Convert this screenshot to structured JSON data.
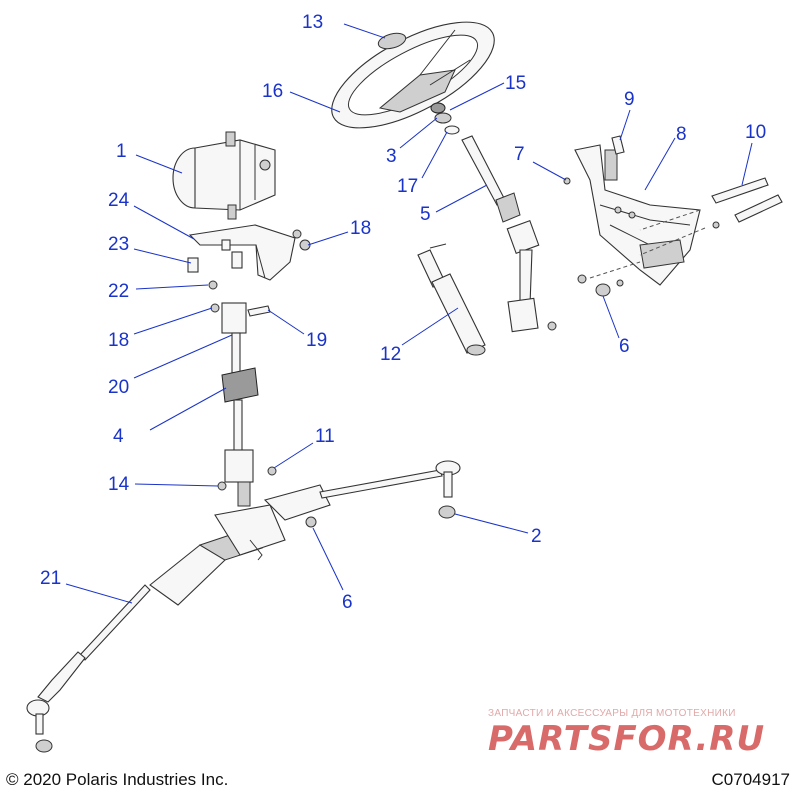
{
  "callouts": {
    "c1": "1",
    "c2": "2",
    "c3": "3",
    "c4": "4",
    "c5": "5",
    "c6a": "6",
    "c6b": "6",
    "c7": "7",
    "c8": "8",
    "c9": "9",
    "c10": "10",
    "c11": "11",
    "c12": "12",
    "c13": "13",
    "c14": "14",
    "c15": "15",
    "c16": "16",
    "c17": "17",
    "c18a": "18",
    "c18b": "18",
    "c19": "19",
    "c20": "20",
    "c21": "21",
    "c22": "22",
    "c23": "23",
    "c24": "24"
  },
  "footer": {
    "copyright": "© 2020 Polaris Industries Inc.",
    "code": "C0704917"
  },
  "watermark": {
    "subtitle": "ЗАПЧАСТИ И АКСЕССУАРЫ ДЛЯ МОТОТЕХНИКИ",
    "brand": "PARTSFOR.RU"
  },
  "colors": {
    "callout": "#1a33c8",
    "watermark": "#d96a6a"
  }
}
